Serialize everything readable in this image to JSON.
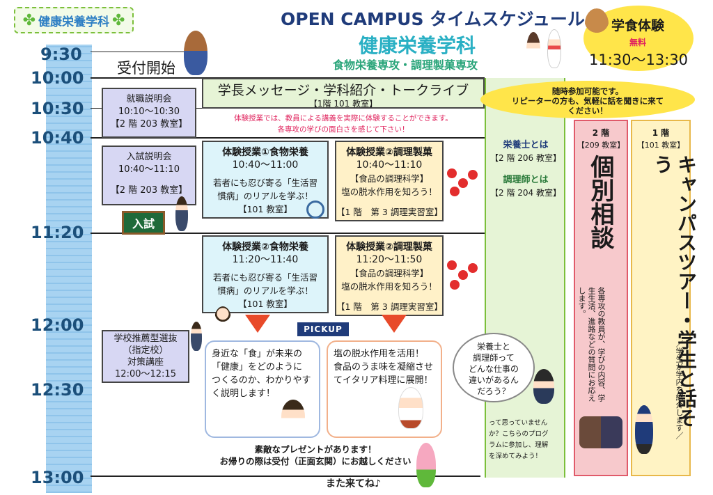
{
  "header": {
    "dept_tag": "健康栄養学科",
    "main_title": "OPEN CAMPUS タイムスケジュール",
    "sub_title": "健康栄養学科",
    "sub_title2": "食物栄養専攻・調理製菓専攻",
    "clover": "✤"
  },
  "shokudo": {
    "title": "学食体験",
    "free": "無料",
    "time": "11:30～13:30"
  },
  "times": [
    "9:30",
    "10:00",
    "10:30",
    "10:40",
    "11:20",
    "12:00",
    "12:30",
    "13:00"
  ],
  "reception": "受付開始",
  "keynote": {
    "title": "学長メッセージ・学科紹介・トークライブ",
    "room": "【1階 101 教室】"
  },
  "note": {
    "line1": "体験授業では、教員による講義を実際に体験することができます。",
    "line2": "各専攻の学びの面白さを感じて下さい！"
  },
  "sessions": {
    "job": {
      "title": "就職説明会",
      "time": "10:10～10:30",
      "room": "【2 階 203 教室】"
    },
    "exam": {
      "title": "入試説明会",
      "time": "10:40～11:10",
      "room": "【2 階 203 教室】"
    },
    "recommend": {
      "line1": "学校推薦型選抜",
      "line2": "（指定校）",
      "line3": "対策講座",
      "time": "12:00～12:15"
    },
    "nyushi_sign": "入試"
  },
  "classes": {
    "food1": {
      "title": "体験授業①食物栄養",
      "time": "10:40～11:00",
      "desc1": "若者にも忍び寄る「生活習",
      "desc2": "慣病」のリアルを学ぶ！",
      "room": "【101 教室】"
    },
    "cook1": {
      "title": "体験授業②調理製菓",
      "time": "10:40～11:10",
      "cat": "【食品の調理科学】",
      "desc": "塩の脱水作用を知ろう！",
      "room": "【1 階　第 3 調理実習室】"
    },
    "food2": {
      "title": "体験授業②食物栄養",
      "time": "11:20～11:40",
      "desc1": "若者にも忍び寄る「生活習",
      "desc2": "慣病」のリアルを学ぶ！",
      "room": "【101 教室】"
    },
    "cook2": {
      "title": "体験授業②調理製菓",
      "time": "11:20～11:50",
      "cat": "【食品の調理科学】",
      "desc": "塩の脱水作用を知ろう！",
      "room": "【1 階　第 3 調理実習室】"
    }
  },
  "pickup": {
    "label": "PICKUP",
    "left1": "身近な「食」が未来の",
    "left2": "「健康」をどのように",
    "left3": "つくるのか、わかりやす",
    "left4": "く説明します！",
    "right1": "塩の脱水作用を活用！",
    "right2": "食品のうま味を凝縮させ",
    "right3": "てイタリア料理に展開！"
  },
  "present": {
    "line1": "素敵なプレゼントがあります！",
    "line2": "お帰りの際は受付（正面玄関）にお越しください"
  },
  "farewell": "また来てね♪",
  "free_join": {
    "line1": "随時参加可能です。",
    "line2": "リピーターの方も、気軽に話を聞きに来て",
    "line3": "ください！"
  },
  "green_col": {
    "eiyoshi": "栄養士とは",
    "eiyoshi_room": "【2 階 206 教室】",
    "choriishi": "調理師とは",
    "choriishi_room": "【2 階 204 教室】",
    "think1": "栄養士と",
    "think2": "調理師って",
    "think3": "どんな仕事の",
    "think4": "違いがあるん",
    "think5": "だろう？",
    "bottom1": "って思っていません",
    "bottom2": "か？こちらのプログ",
    "bottom3": "ラムに参加し、理解",
    "bottom4": "を深めてみよう！"
  },
  "pink_col": {
    "floor": "2 階",
    "room": "【209 教室】",
    "big": "個別相談",
    "desc": "各専攻の教員が、学びの内容、学生生活、進路などの質問にお応えします。"
  },
  "yellow_col": {
    "floor": "1 階",
    "room": "【101 教室】",
    "big": "キャンパスツアー・学生と話そう",
    "desc": "／学生が学内を紹介します／"
  },
  "colors": {
    "accent_navy": "#1f3b7a",
    "teal": "#2ab0c4",
    "green": "#2aa57a",
    "red": "#e0245e",
    "yellow": "#ffe54a"
  }
}
